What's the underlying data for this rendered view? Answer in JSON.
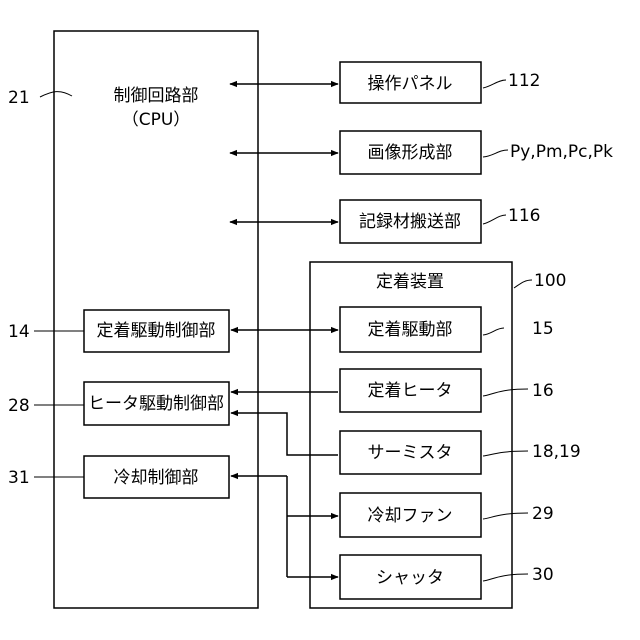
{
  "controller": {
    "title": "制御回路部",
    "subtitle": "（CPU）",
    "ref": "21"
  },
  "top_blocks": [
    {
      "label": "操作パネル",
      "ref": "112"
    },
    {
      "label": "画像形成部",
      "ref": "Py,Pm,Pc,Pk"
    },
    {
      "label": "記録材搬送部",
      "ref": "116"
    }
  ],
  "fixing_device": {
    "title": "定着装置",
    "ref": "100"
  },
  "inner_control_blocks": [
    {
      "label": "定着駆動制御部",
      "ref": "14"
    },
    {
      "label": "ヒータ駆動制御部",
      "ref": "28"
    },
    {
      "label": "冷却制御部",
      "ref": "31"
    }
  ],
  "fixing_blocks": [
    {
      "label": "定着駆動部",
      "ref": "15"
    },
    {
      "label": "定着ヒータ",
      "ref": "16"
    },
    {
      "label": "サーミスタ",
      "ref": "18,19"
    },
    {
      "label": "冷却ファン",
      "ref": "29"
    },
    {
      "label": "シャッタ",
      "ref": "30"
    }
  ],
  "colors": {
    "stroke": "#000000",
    "background": "#ffffff"
  }
}
